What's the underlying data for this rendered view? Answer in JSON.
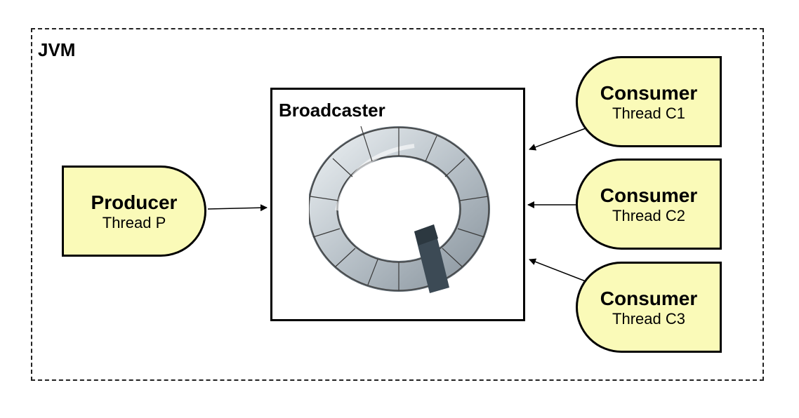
{
  "jvm": {
    "label": "JVM"
  },
  "broadcaster": {
    "label": "Broadcaster"
  },
  "producer": {
    "title": "Producer",
    "subtitle": "Thread P"
  },
  "consumers": [
    {
      "title": "Consumer",
      "subtitle": "Thread C1"
    },
    {
      "title": "Consumer",
      "subtitle": "Thread C2"
    },
    {
      "title": "Consumer",
      "subtitle": "Thread C3"
    }
  ],
  "colors": {
    "node_fill": "#fafab8",
    "stroke": "#000000",
    "ring_fill": "#c9d0d6",
    "tape": "#3c4a55"
  }
}
